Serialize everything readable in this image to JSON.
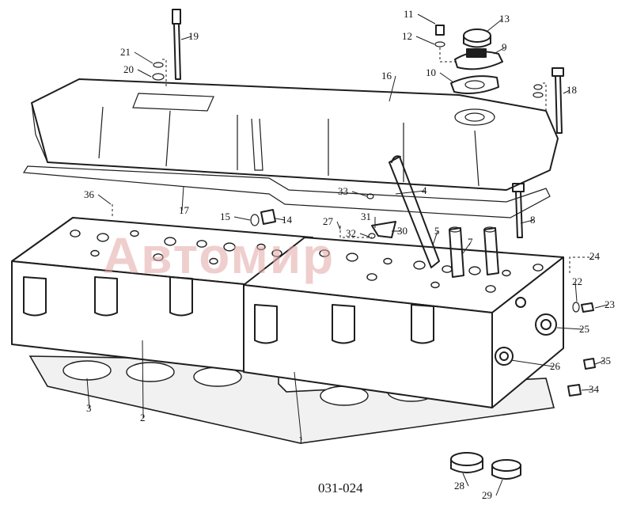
{
  "diagram": {
    "code": "031-024",
    "watermark": "Автомир",
    "labels": [
      "1",
      "2",
      "3",
      "4",
      "5",
      "7",
      "8",
      "9",
      "10",
      "11",
      "12",
      "13",
      "14",
      "15",
      "16",
      "17",
      "18",
      "19",
      "20",
      "21",
      "22",
      "23",
      "24",
      "25",
      "26",
      "27",
      "28",
      "29",
      "30",
      "31",
      "32",
      "33",
      "34",
      "35",
      "36"
    ],
    "colors": {
      "line": "#1e1e1e",
      "watermark": "#e3a7a7",
      "background": "#ffffff"
    }
  }
}
